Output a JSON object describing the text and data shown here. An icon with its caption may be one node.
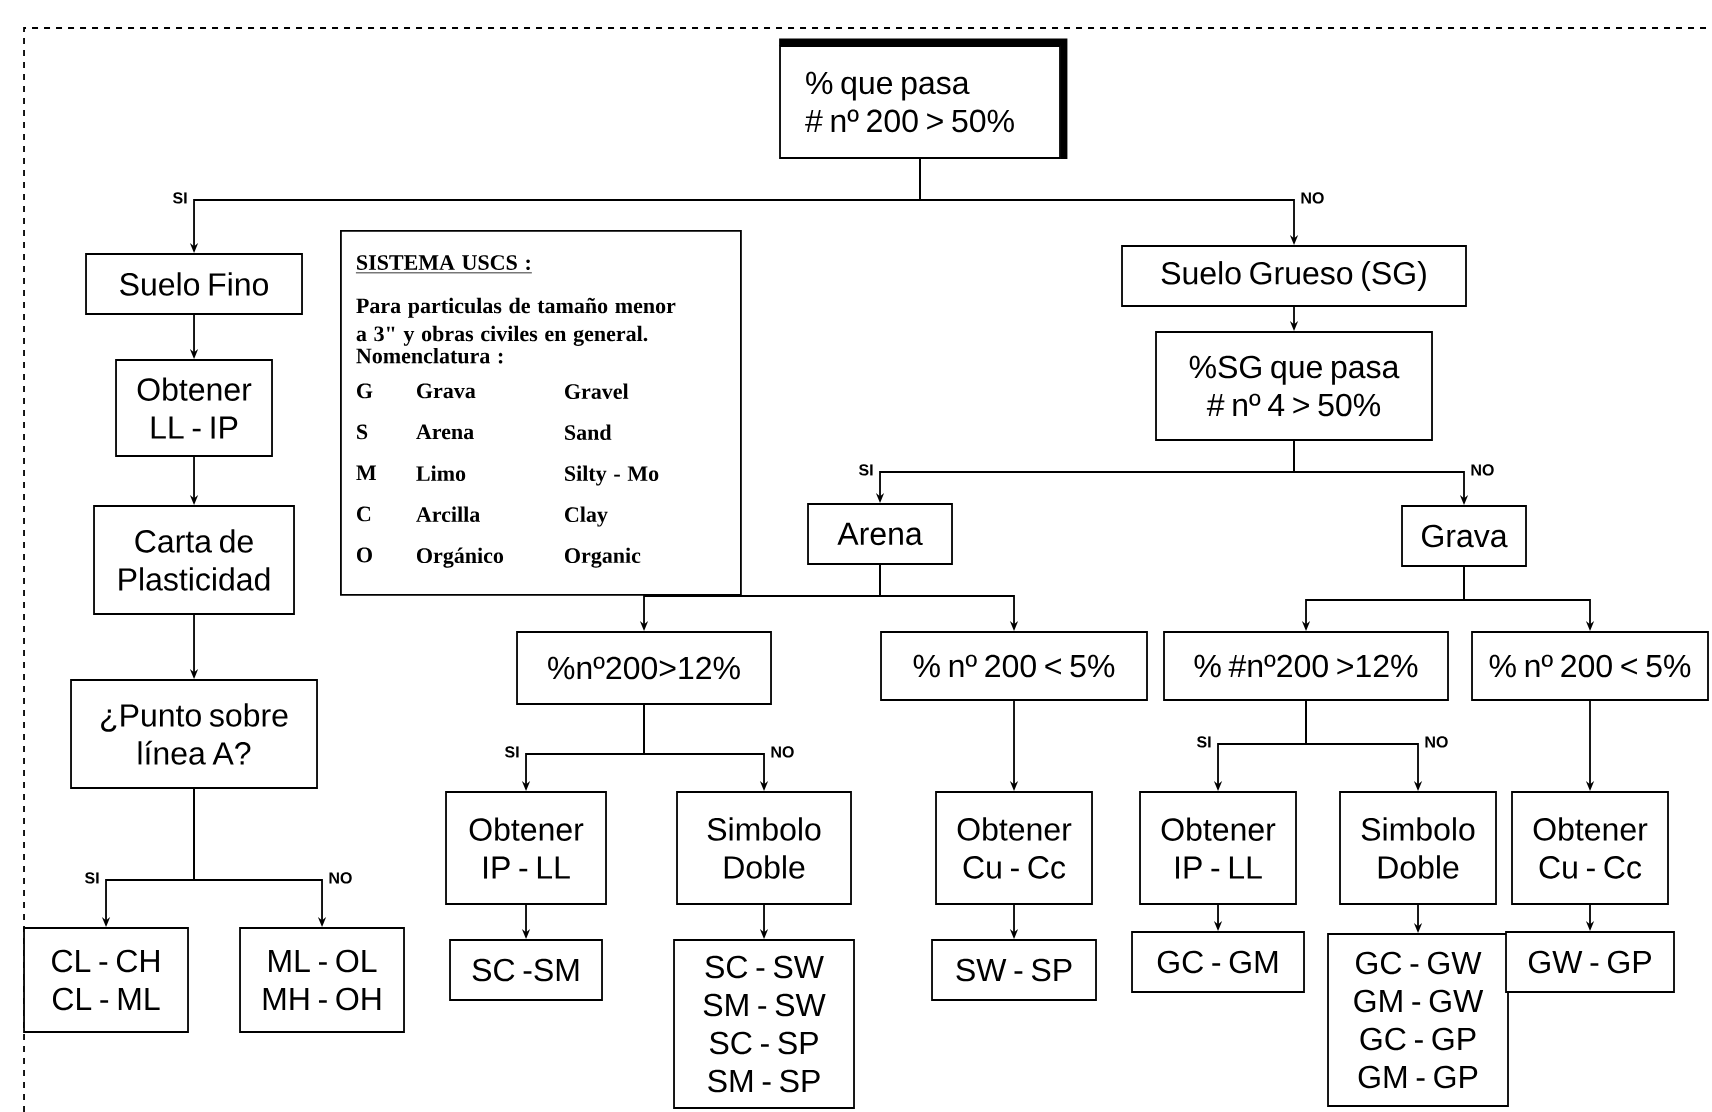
{
  "diagram": {
    "nodes": [
      {
        "text": [
          "% que pasa # nº 200 > 50%"
        ]
      },
      {
        "text": [
          "Suelo Fino"
        ]
      },
      {
        "text": [
          "Obtener LL - IP"
        ]
      },
      {
        "text": [
          "Carta de Plasticidad"
        ]
      },
      {
        "text": [
          "¿Punto sobre línea A?"
        ]
      },
      {
        "text": [
          "CL - CH CL - ML"
        ]
      },
      {
        "text": [
          "ML - OL MH - OH"
        ]
      },
      {
        "text": [
          "SISTEMA USCS :",
          "Para particulas de tamaño menor a 3\" y obras civiles en general.",
          "Nomenclatura :",
          "G",
          "Grava",
          "Gravel",
          "S",
          "Arena",
          "Sand",
          "M",
          "Limo",
          "Silty - Mo",
          "C",
          "Arcilla",
          "Clay",
          "O",
          "Orgánico",
          "Organic"
        ]
      },
      {
        "text": [
          "Suelo Grueso (SG)"
        ]
      },
      {
        "text": [
          "%SG que pasa # nº 4 > 50%"
        ]
      },
      {
        "text": [
          "Arena"
        ]
      },
      {
        "text": [
          "Grava"
        ]
      },
      {
        "text": [
          "%nº200>12%"
        ]
      },
      {
        "text": [
          "% nº 200 < 5%"
        ]
      },
      {
        "text": [
          "% #nº200 >12%"
        ]
      },
      {
        "text": [
          "% nº 200 < 5%"
        ]
      },
      {
        "text": [
          "Obtener IP - LL"
        ]
      },
      {
        "text": [
          "Simbolo Doble"
        ]
      },
      {
        "text": [
          "SC -SM"
        ]
      },
      {
        "text": [
          "SC - SW SM - SW SC - SP SM - SP"
        ]
      },
      {
        "text": [
          "Obtener Cu - Cc"
        ]
      },
      {
        "text": [
          "SW - SP"
        ]
      },
      {
        "text": [
          "Obtener IP - LL"
        ]
      },
      {
        "text": [
          "Simbolo Doble"
        ]
      },
      {
        "text": [
          "GC - GM"
        ]
      },
      {
        "text": [
          "GC - GW GM - GW GC - GP GM - GP"
        ]
      },
      {
        "text": [
          "Obtener Cu - Cc"
        ]
      },
      {
        "text": [
          "GW - GP"
        ]
      }
    ],
    "edges": [
      {
        "from": 0,
        "to": 1,
        "arrow": "to",
        "label": "SI"
      },
      {
        "from": 1,
        "to": 2,
        "arrow": "to"
      },
      {
        "from": 2,
        "to": 3,
        "arrow": "to"
      },
      {
        "from": 3,
        "to": 4,
        "arrow": "to"
      },
      {
        "from": 4,
        "to": 5,
        "arrow": "to",
        "label": "SI"
      },
      {
        "from": 4,
        "to": 6,
        "arrow": "to",
        "label": "NO"
      },
      {
        "from": 0,
        "to": 8,
        "arrow": "to",
        "label": "NO"
      },
      {
        "from": 8,
        "to": 9,
        "arrow": "to"
      },
      {
        "from": 9,
        "to": 10,
        "arrow": "to",
        "label": "SI"
      },
      {
        "from": 9,
        "to": 11,
        "arrow": "to",
        "label": "NO"
      },
      {
        "from": 10,
        "to": 12,
        "arrow": "to"
      },
      {
        "from": 10,
        "to": 13,
        "arrow": "to"
      },
      {
        "from": 11,
        "to": 14,
        "arrow": "to"
      },
      {
        "from": 11,
        "to": 15,
        "arrow": "to"
      },
      {
        "from": 12,
        "to": 16,
        "arrow": "to",
        "label": "SI"
      },
      {
        "from": 12,
        "to": 17,
        "arrow": "to",
        "label": "NO"
      },
      {
        "from": 13,
        "to": 20,
        "arrow": "to"
      },
      {
        "from": 14,
        "to": 22,
        "arrow": "to",
        "label": "SI"
      },
      {
        "from": 14,
        "to": 23,
        "arrow": "to",
        "label": "NO"
      },
      {
        "from": 15,
        "to": 26,
        "arrow": "to"
      },
      {
        "from": 16,
        "to": 18,
        "arrow": "to"
      },
      {
        "from": 17,
        "to": 19,
        "arrow": "to"
      },
      {
        "from": 20,
        "to": 21,
        "arrow": "to"
      },
      {
        "from": 22,
        "to": 24,
        "arrow": "to"
      },
      {
        "from": 23,
        "to": 25,
        "arrow": "to"
      },
      {
        "from": 26,
        "to": 27,
        "arrow": "to"
      }
    ]
  }
}
